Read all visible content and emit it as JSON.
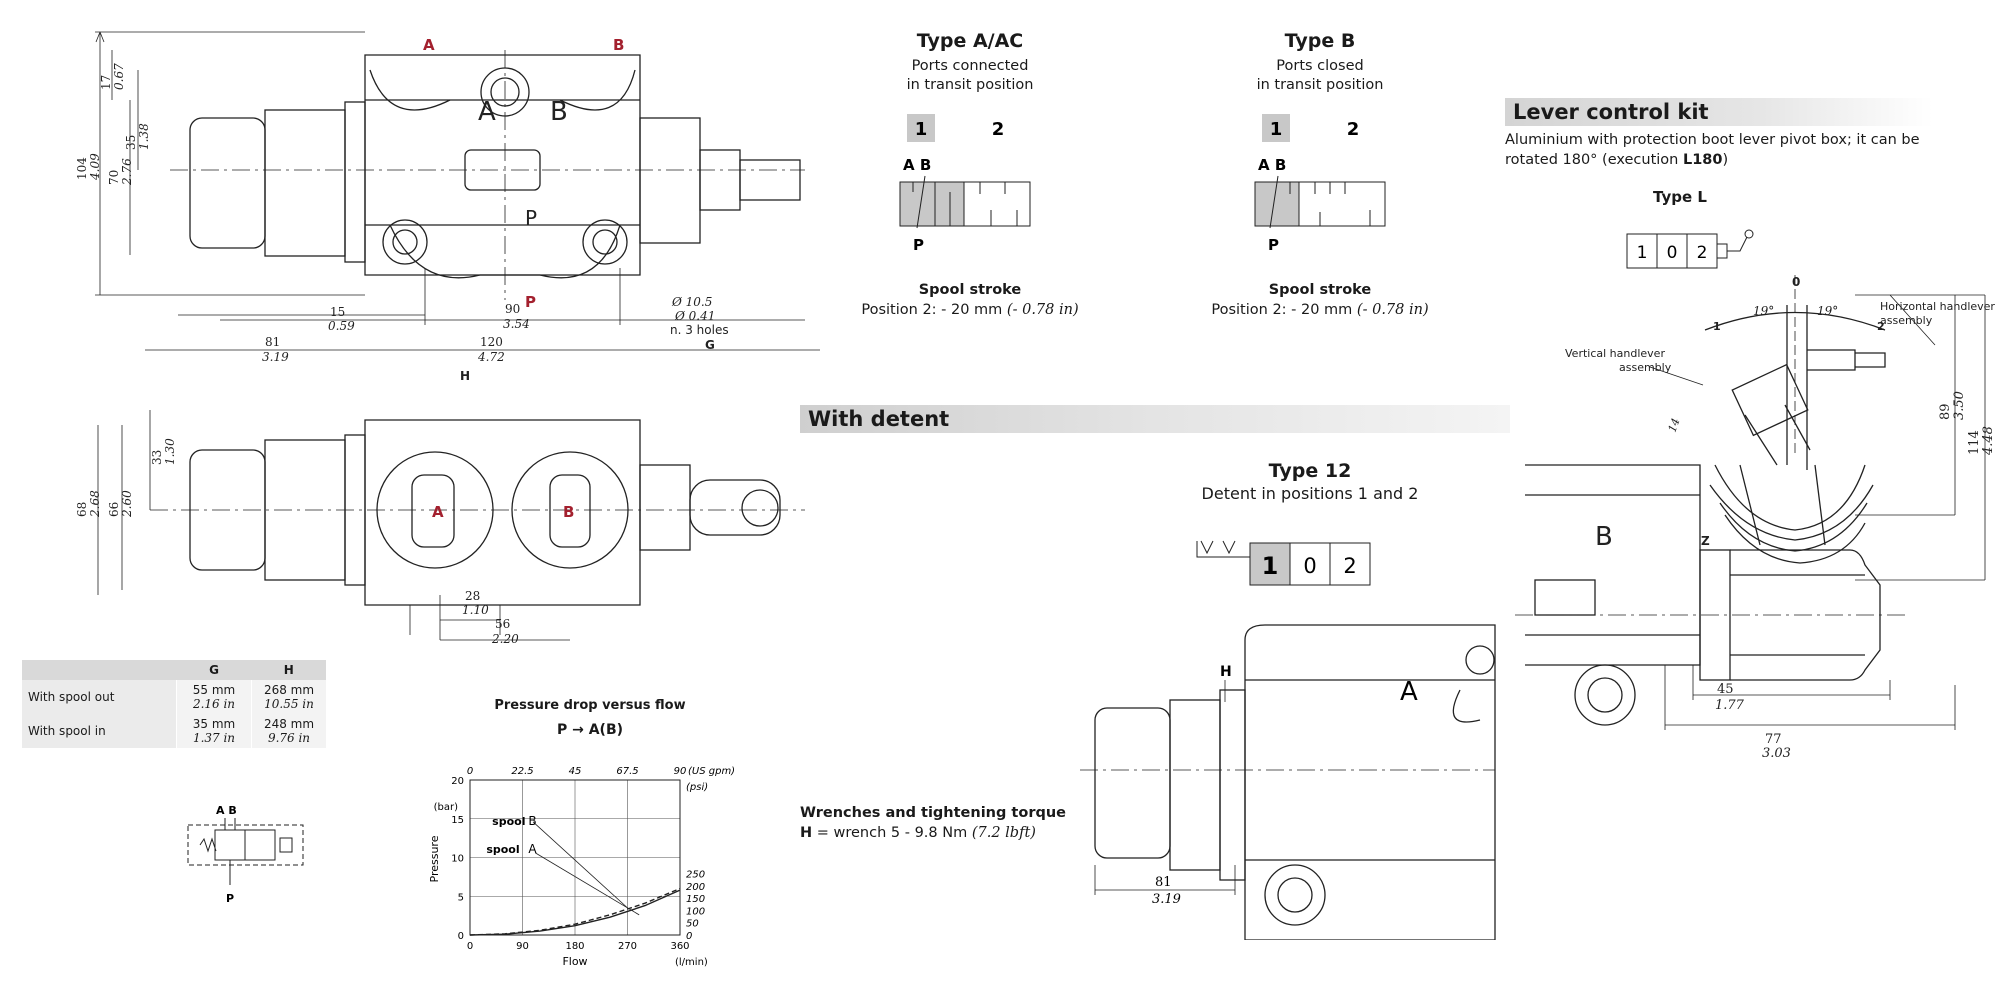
{
  "top_drawing": {
    "port_a": "A",
    "port_b": "B",
    "port_p": "P",
    "dims": {
      "d17": "17",
      "d17_in": "0.67",
      "d35": "35",
      "d35_in": "1.38",
      "d104": "104",
      "d104_in": "4.09",
      "d70": "70",
      "d70_in": "2.76",
      "d15": "15",
      "d15_in": "0.59",
      "d90": "90",
      "d90_in": "3.54",
      "d81": "81",
      "d81_in": "3.19",
      "d120": "120",
      "d120_in": "4.72",
      "g": "G",
      "h": "H",
      "hole": "Ø 10.5",
      "hole_in": "Ø 0.41",
      "holes": "n. 3 holes"
    }
  },
  "bottom_drawing": {
    "port_a": "A",
    "port_b": "B",
    "dims": {
      "d68": "68",
      "d68_in": "2.68",
      "d66": "66",
      "d66_in": "2.60",
      "d33": "33",
      "d33_in": "1.30",
      "d28": "28",
      "d28_in": "1.10",
      "d56": "56",
      "d56_in": "2.20"
    }
  },
  "gh_table": {
    "col_g": "G",
    "col_h": "H",
    "rows": [
      {
        "label": "With spool out",
        "g": "55 mm",
        "g_in": "2.16 in",
        "h": "268 mm",
        "h_in": "10.55 in"
      },
      {
        "label": "With spool in",
        "g": "35 mm",
        "g_in": "1.37 in",
        "h": "248 mm",
        "h_in": "9.76 in"
      }
    ]
  },
  "small_symbol": {
    "ab": "A B",
    "p": "P"
  },
  "chart_data": {
    "type": "line",
    "title": "Pressure drop versus flow",
    "subtitle": "P → A(B)",
    "xlabel": "Flow",
    "xunit": "(l/min)",
    "ylabel": "Pressure",
    "yunit": "(bar)",
    "x_ticks": [
      "0",
      "90",
      "180",
      "270",
      "360"
    ],
    "y_ticks": [
      "0",
      "5",
      "10",
      "15",
      "20"
    ],
    "x2_ticks": [
      "0",
      "22.5",
      "45",
      "67.5",
      "90"
    ],
    "x2_unit": "(US gpm)",
    "y2_ticks": [
      "0",
      "50",
      "100",
      "150",
      "200",
      "250"
    ],
    "y2_unit": "(psi)",
    "xlim": [
      0,
      360
    ],
    "ylim": [
      0,
      20
    ],
    "series": [
      {
        "name": "spool B",
        "x": [
          0,
          60,
          120,
          180,
          240,
          300,
          360
        ],
        "y": [
          0,
          0.1,
          0.5,
          1.2,
          2.3,
          3.8,
          5.8
        ]
      },
      {
        "name": "spool A",
        "x": [
          0,
          60,
          120,
          180,
          240,
          300,
          360
        ],
        "y": [
          0,
          0.15,
          0.6,
          1.4,
          2.6,
          4.1,
          6.0
        ]
      }
    ],
    "annotation_b": "spool",
    "annotation_b_letter": "B",
    "annotation_a": "spool",
    "annotation_a_letter": "A"
  },
  "type_a": {
    "title": "Type A/AC",
    "desc1": "Ports connected",
    "desc2": "in transit position",
    "pos1": "1",
    "pos2": "2",
    "ab": "A B",
    "p": "P",
    "stroke_title": "Spool stroke",
    "stroke": "Position 2: - 20 mm",
    "stroke_in": "(- 0.78 in)"
  },
  "type_b": {
    "title": "Type B",
    "desc1": "Ports closed",
    "desc2": "in transit position",
    "pos1": "1",
    "pos2": "2",
    "ab": "A B",
    "p": "P",
    "stroke_title": "Spool stroke",
    "stroke": "Position 2: - 20 mm",
    "stroke_in": "(- 0.78 in)"
  },
  "with_detent": {
    "banner": "With detent"
  },
  "type_12": {
    "title": "Type 12",
    "desc": "Detent in positions 1 and 2",
    "cells": [
      "1",
      "0",
      "2"
    ]
  },
  "wrench": {
    "title": "Wrenches and tightening torque",
    "h": "H",
    "text": "= wrench 5 - 9.8 Nm",
    "text_in": "(7.2 lbft)"
  },
  "detent_drawing": {
    "h": "H",
    "port_a": "A",
    "d81": "81",
    "d81_in": "3.19"
  },
  "lever_kit": {
    "banner": "Lever control kit",
    "desc1": "Aluminium with protection boot lever pivot box; it can be",
    "desc2_pre": "rotated 180° (execution ",
    "desc2_bold": "L180",
    "desc2_post": ")",
    "type_title": "Type L",
    "cells": [
      "1",
      "0",
      "2"
    ]
  },
  "lever_drawing": {
    "zero": "0",
    "one": "1",
    "two": "2",
    "angle_l": "19°",
    "angle_r": "19°",
    "vertical_1": "Vertical handlever",
    "vertical_2": "assembly",
    "horizontal_1": "Horizontal handlever",
    "horizontal_2": "assembly",
    "port_b": "B",
    "z": "Z",
    "d89": "89",
    "d89_in": "3.50",
    "d114": "114",
    "d114_in": "4.48",
    "d45": "45",
    "d45_in": "1.77",
    "d77": "77",
    "d77_in": "3.03",
    "d14": "14"
  }
}
